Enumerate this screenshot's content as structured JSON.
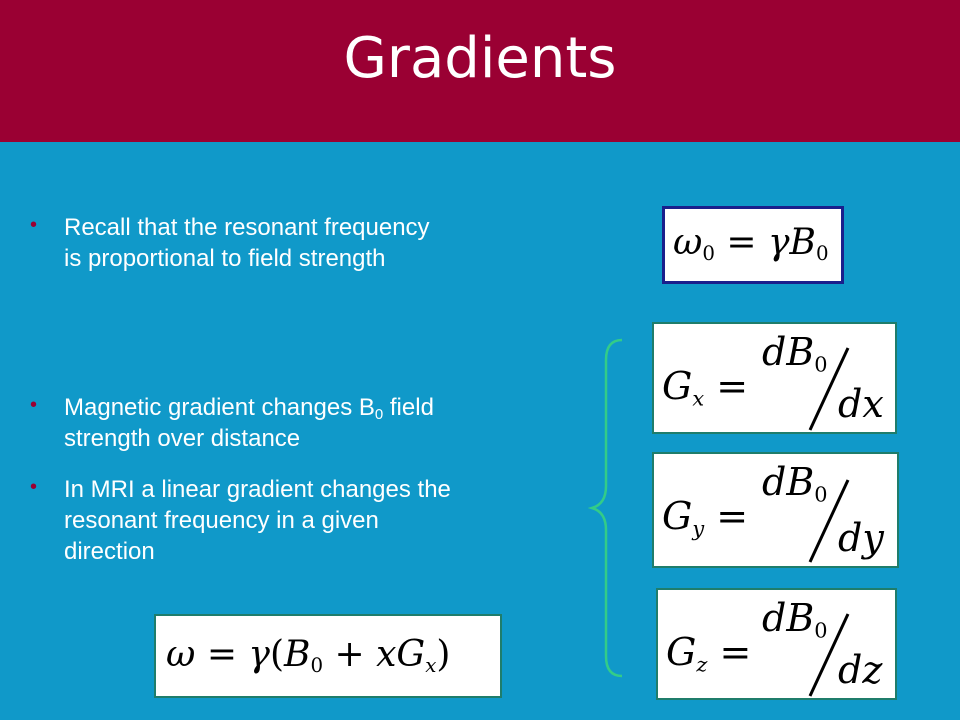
{
  "slide": {
    "title": "Gradients",
    "bullets": [
      {
        "lines": [
          "Recall that the resonant frequency",
          "is proportional to field strength"
        ]
      },
      {
        "text_before": "Magnetic gradient changes B",
        "sub": "0",
        "text_after": " field",
        "line2": "strength over distance"
      },
      {
        "lines": [
          "In MRI a linear gradient changes the",
          "resonant frequency in a given",
          "direction"
        ]
      }
    ]
  },
  "equations": {
    "larmor": "ω₀ = γB₀",
    "gx": "Gx = dB₀/dx",
    "gy": "Gy = dB₀/dy",
    "gz": "Gz = dB₀/dz",
    "gradient_frequency": "ω = γ(B₀ + xGx)"
  },
  "colors": {
    "header": "#9a0033",
    "background": "#1099c9",
    "bullet": "#9a0033",
    "larmor_border": "#1a1f8c",
    "gradient_border": "#1f7d6b",
    "brace": "#33cc88"
  }
}
